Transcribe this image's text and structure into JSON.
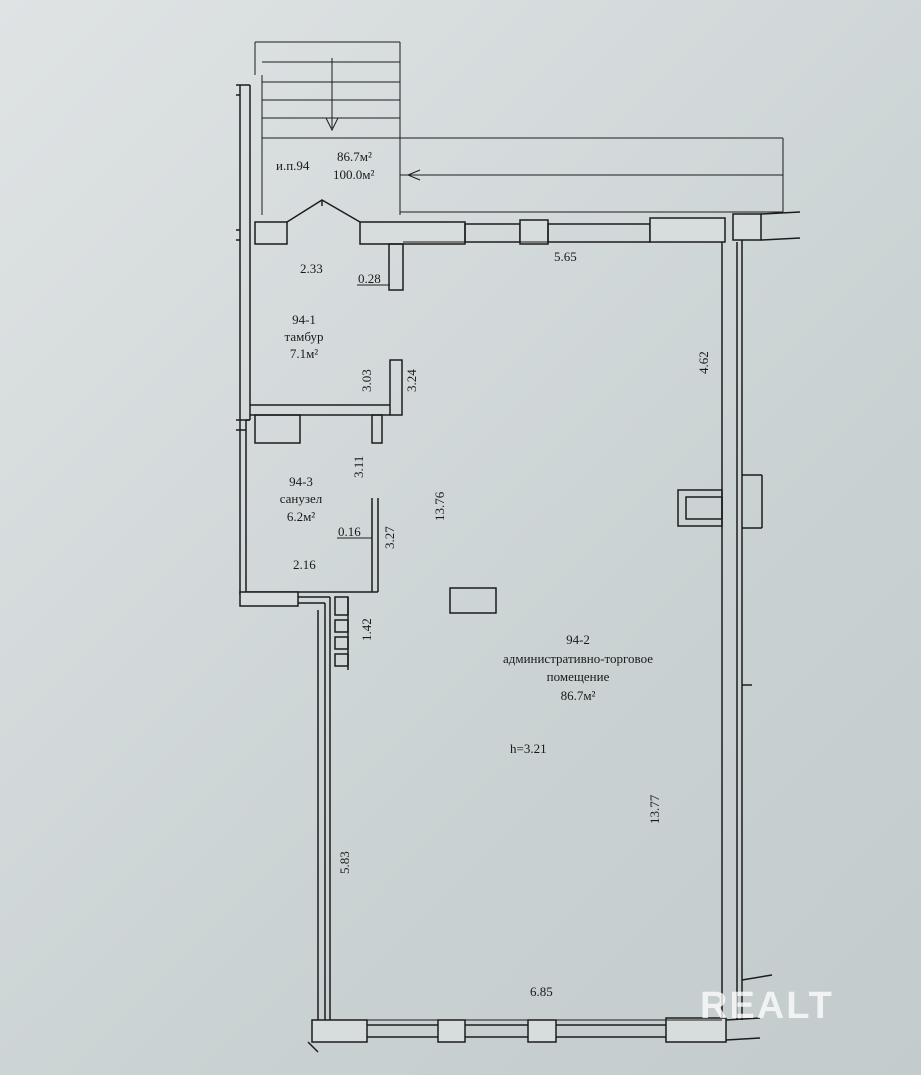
{
  "plan": {
    "entrance": {
      "code": "и.п.94",
      "area1": "86.7м²",
      "area2": "100.0м²"
    },
    "rooms": [
      {
        "id": "94-1",
        "name": "тамбур",
        "area": "7.1м²"
      },
      {
        "id": "94-3",
        "name": "санузел",
        "area": "6.2м²"
      },
      {
        "id": "94-2",
        "name": "административно-торговое",
        "name2": "помещение",
        "area": "86.7м²",
        "height": "h=3.21"
      }
    ],
    "dimensions": {
      "d_233": "2.33",
      "d_028": "0.28",
      "d_565": "5.65",
      "d_462": "4.62",
      "d_303": "3.03",
      "d_324": "3.24",
      "d_311": "3.11",
      "d_1376": "13.76",
      "d_016": "0.16",
      "d_327": "3.27",
      "d_216": "2.16",
      "d_142": "1.42",
      "d_583": "5.83",
      "d_1377": "13.77",
      "d_685": "6.85"
    }
  },
  "watermark": "REALT"
}
